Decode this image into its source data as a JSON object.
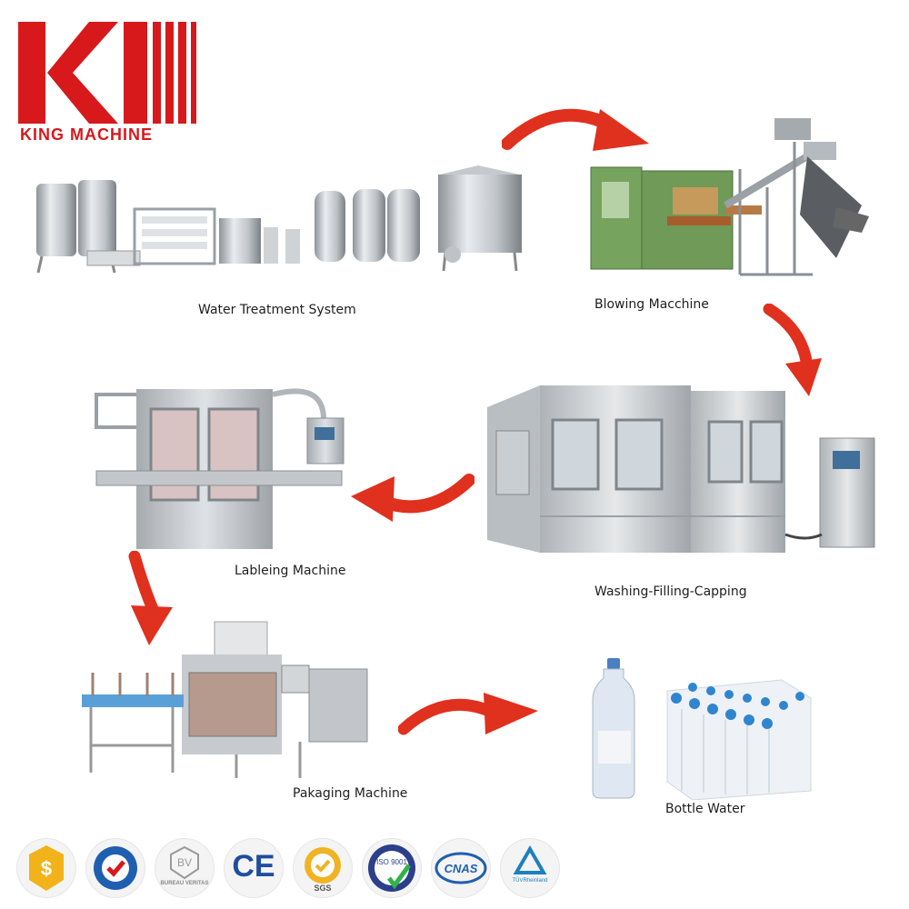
{
  "brand": {
    "logo_text": "KING MACHINE",
    "accent": "#d7191c"
  },
  "steps": [
    {
      "id": "water",
      "label": "Water Treatment System"
    },
    {
      "id": "blowing",
      "label": "Blowing Macchine"
    },
    {
      "id": "filling",
      "label": "Washing-Filling-Capping"
    },
    {
      "id": "labeling",
      "label": "Lableing Machine"
    },
    {
      "id": "packaging",
      "label": "Pakaging Machine"
    },
    {
      "id": "bottle",
      "label": "Bottle Water"
    }
  ],
  "certifications": [
    {
      "icon": "sgs-gold-icon",
      "text": ""
    },
    {
      "icon": "quality-check-icon",
      "text": ""
    },
    {
      "icon": "bureau-veritas-icon",
      "text": "BUREAU VERITAS"
    },
    {
      "icon": "ce-mark-icon",
      "text": "CE"
    },
    {
      "icon": "sgs-seal-icon",
      "text": "SGS"
    },
    {
      "icon": "iso-9001-icon",
      "text": "ISO 9001"
    },
    {
      "icon": "cnas-icon",
      "text": "CNAS"
    },
    {
      "icon": "tuv-rheinland-icon",
      "text": "TÜVRheinland"
    }
  ],
  "colors": {
    "arrow": "#e0301e",
    "steel": "#c9ccd0",
    "steel_dark": "#8d9296",
    "panel_green": "#6fa05a"
  }
}
